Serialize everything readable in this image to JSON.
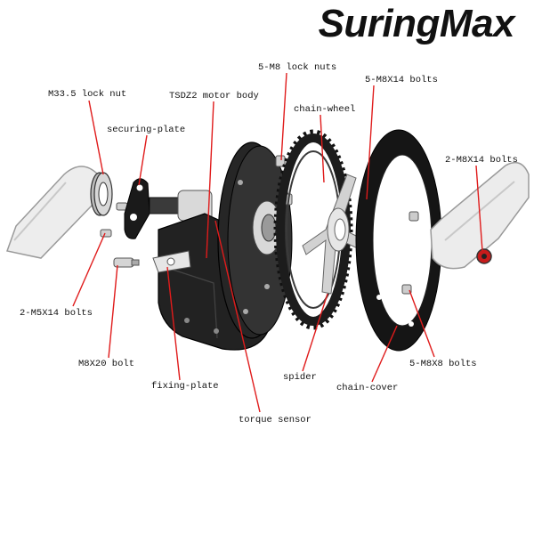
{
  "brand": {
    "name": "SuringMax"
  },
  "colors": {
    "leader_line": "#e01b1b",
    "metal_light": "#e9e9e9",
    "metal_dark": "#1b1b1b",
    "text": "#111111"
  },
  "labels": {
    "lock_nut_m33": "M33.5 lock nut",
    "motor_body": "TSDZ2 motor body",
    "lock_nuts_m8": "5-M8 lock nuts",
    "bolts_m8x14_top": "5-M8X14 bolts",
    "securing_plate": "securing-plate",
    "chain_wheel": "chain-wheel",
    "bolts_2_m8x14": "2-M8X14 bolts",
    "bolts_m5x14": "2-M5X14 bolts",
    "bolt_m8x20": "M8X20 bolt",
    "fixing_plate": "fixing-plate",
    "spider": "spider",
    "chain_cover": "chain-cover",
    "bolts_m8x8": "5-M8X8 bolts",
    "torque_sensor": "torque sensor"
  }
}
